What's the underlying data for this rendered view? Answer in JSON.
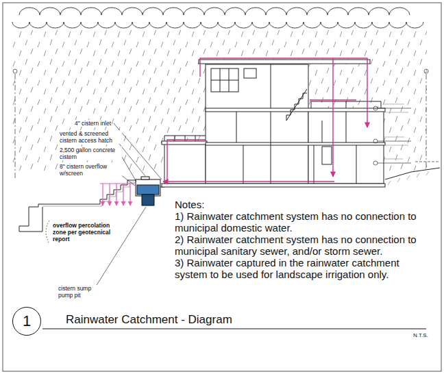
{
  "diagram": {
    "title": "Rainwater Catchment - Diagram",
    "nodes": [
      {
        "text": [
          "1"
        ]
      }
    ],
    "labels": [
      "4\" cistern inlet",
      "vented & screened cistern access hatch",
      "2,500 gallon concrete cistern",
      "8\" cistern overflow w/screen",
      "overflow percolation zone per geotecnical report",
      "cistern sump pump pit",
      "Notes:",
      "1) Rainwater catchment system has no connection to municipal domestic water.",
      "2) Rainwater catchment system has no connection to municipal sanitary sewer, and/or storm sewer.",
      "3) Rainwater captured in the rainwater catchment system to be used for landscape irrigation only.",
      "N.T.S."
    ]
  }
}
